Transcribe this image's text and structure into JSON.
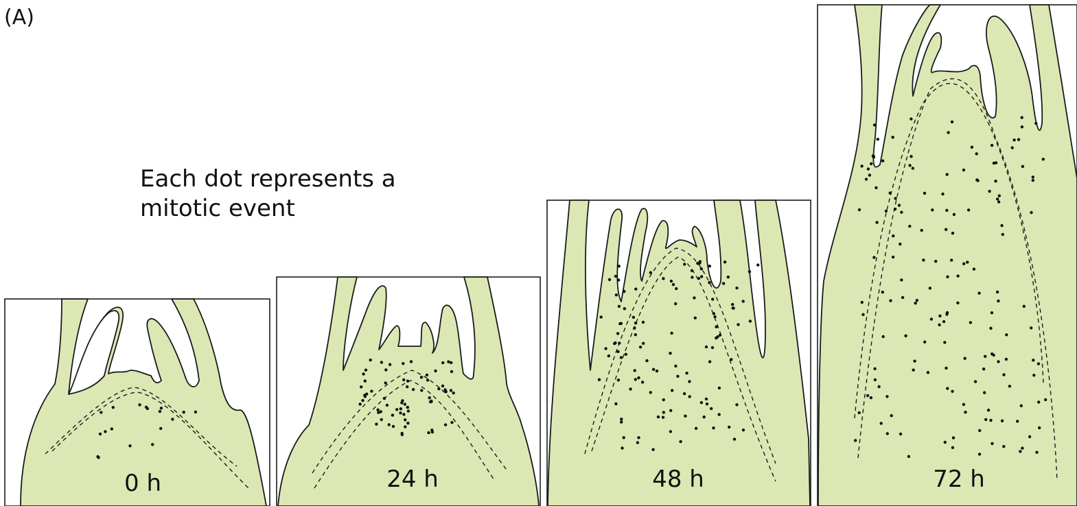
{
  "panel_label": "(A)",
  "caption_line1": "Each dot represents a",
  "caption_line2": "mitotic event",
  "panels": [
    {
      "time": "0 h"
    },
    {
      "time": "24 h"
    },
    {
      "time": "48 h"
    },
    {
      "time": "72 h"
    }
  ],
  "colors": {
    "tissue": "#dce8b4",
    "outline": "#1a1a1a",
    "dot": "#111111"
  }
}
